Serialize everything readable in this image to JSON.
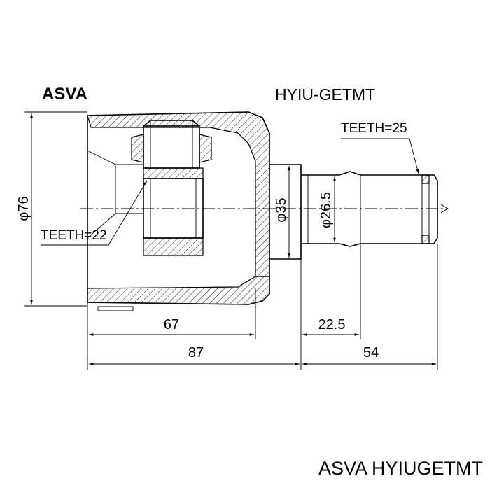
{
  "brand_label": "ASVA",
  "part_number": "HYIU-GETMT",
  "teeth_outer": "TEETH=25",
  "teeth_inner": "TEETH=22",
  "dimensions": {
    "outer_diameter": "φ76",
    "housing_diameter": "φ35",
    "shaft_diameter": "φ26.5",
    "length_67": "67",
    "length_87": "87",
    "length_22_5": "22.5",
    "length_54": "54"
  },
  "footer": "ASVA HYIUGETMT"
}
